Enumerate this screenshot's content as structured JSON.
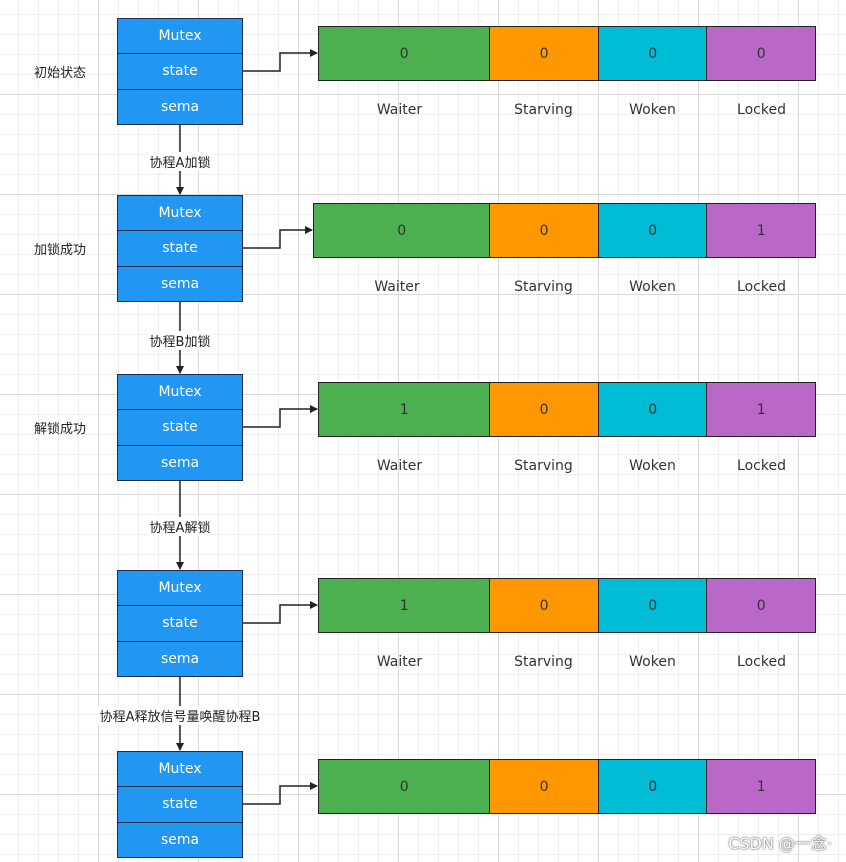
{
  "colors": {
    "mutex_fill": "#2196f3",
    "waiter": "#4caf50",
    "starving": "#ff9800",
    "woken": "#00bcd4",
    "locked": "#ba68c8"
  },
  "mutex_fields": [
    "Mutex",
    "state",
    "sema"
  ],
  "bit_names": [
    "Waiter",
    "Starving",
    "Woken",
    "Locked"
  ],
  "rows": [
    {
      "label": "初始状态",
      "values": [
        "0",
        "0",
        "0",
        "0"
      ],
      "show_names": true
    },
    {
      "label": "加锁成功",
      "values": [
        "0",
        "0",
        "0",
        "1"
      ],
      "show_names": true
    },
    {
      "label": "解锁成功",
      "values": [
        "1",
        "0",
        "0",
        "1"
      ],
      "show_names": true
    },
    {
      "label": "",
      "values": [
        "1",
        "0",
        "0",
        "0"
      ],
      "show_names": true
    },
    {
      "label": "",
      "values": [
        "0",
        "0",
        "0",
        "1"
      ],
      "show_names": false
    }
  ],
  "transitions": [
    "协程A加锁",
    "协程B加锁",
    "协程A解锁",
    "协程A释放信号量唤醒协程B"
  ],
  "watermark": "CSDN @一念·"
}
